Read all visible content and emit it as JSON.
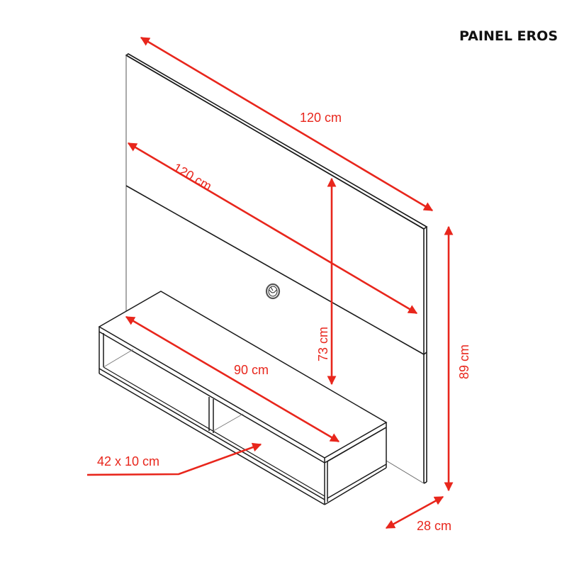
{
  "title": "PAINEL EROS",
  "colors": {
    "dimension": "#e8261c",
    "outline": "#1a1a1a",
    "hidden_line": "#666666",
    "background": "#ffffff"
  },
  "dimensions": {
    "panel_top_width": "120 cm",
    "panel_inner_width": "120 cm",
    "panel_height_upper": "73 cm",
    "panel_total_height": "89 cm",
    "depth": "28 cm",
    "shelf_width": "90 cm",
    "niche_size": "42 x 10 cm"
  },
  "components": {
    "panel": "wall panel (two sections)",
    "shelf": "floating rack with two open niches",
    "cable_pass": "cable pass-through grommet"
  }
}
